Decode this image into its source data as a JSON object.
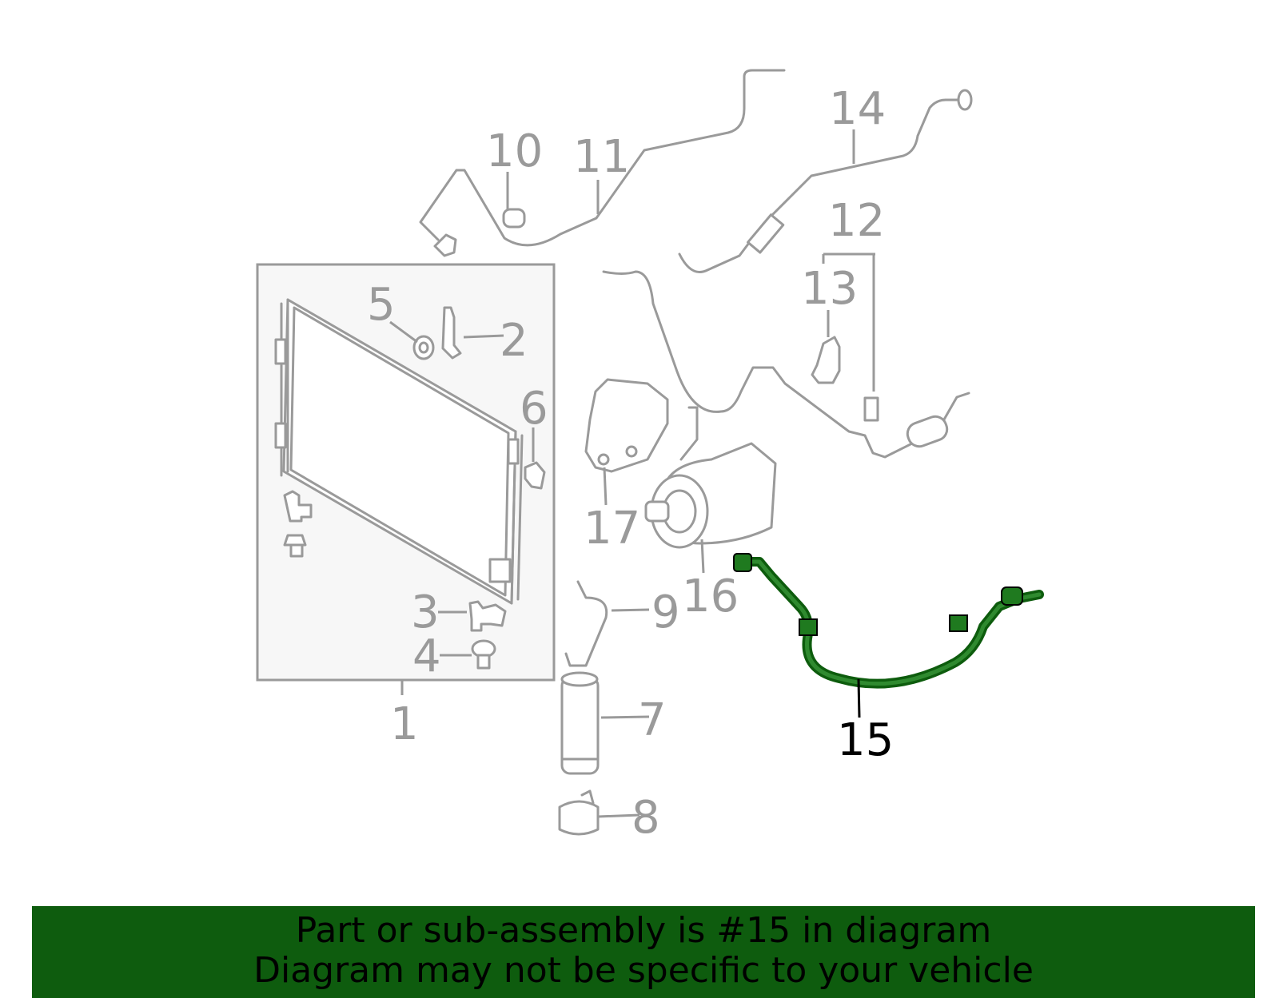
{
  "diagram": {
    "labels": {
      "l1": "1",
      "l2": "2",
      "l3": "3",
      "l4": "4",
      "l5": "5",
      "l6": "6",
      "l7": "7",
      "l8": "8",
      "l9": "9",
      "l10": "10",
      "l11": "11",
      "l12": "12",
      "l13": "13",
      "l14": "14",
      "l15": "15",
      "l16": "16",
      "l17": "17"
    },
    "highlight_color": "#0e5c0e",
    "part_color": "#9a9a9a"
  },
  "banner": {
    "line1": "Part or sub-assembly is #15 in diagram",
    "line2": "Diagram may not be specific to your vehicle",
    "color": "#0e5c0e"
  }
}
